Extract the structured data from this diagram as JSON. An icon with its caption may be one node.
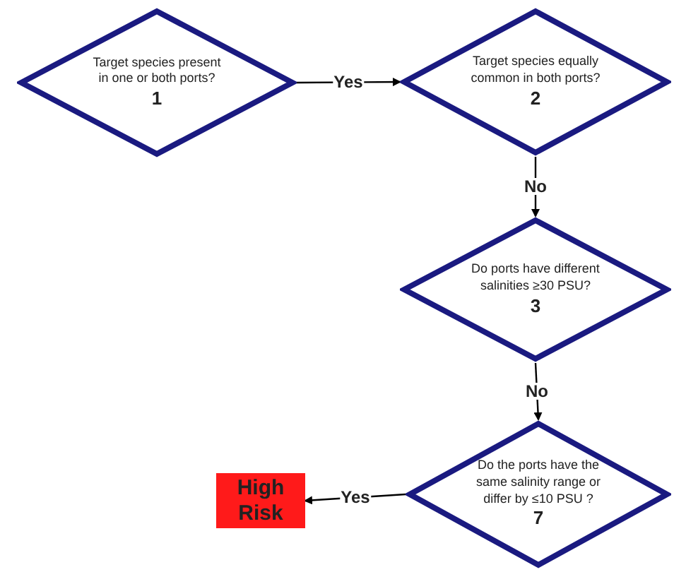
{
  "diagram": {
    "nodes": [
      {
        "text": [
          "Target species present in one or both ports?",
          "1"
        ]
      },
      {
        "text": [
          "Target species equally common in both ports?",
          "2"
        ]
      },
      {
        "text": [
          "Do ports have different salinities ≥30 PSU?",
          "3"
        ]
      },
      {
        "text": [
          "Do the ports have the same salinity range or differ by ≤10 PSU ?",
          "7"
        ]
      },
      {
        "text": [
          "High Risk"
        ]
      }
    ],
    "edges": [
      {
        "from": 0,
        "to": 1,
        "arrow": "to",
        "label": "Yes"
      },
      {
        "from": 1,
        "to": 2,
        "arrow": "to",
        "label": "No"
      },
      {
        "from": 2,
        "to": 3,
        "arrow": "to",
        "label": "No"
      },
      {
        "from": 3,
        "to": 4,
        "arrow": "to",
        "label": "Yes"
      }
    ]
  }
}
